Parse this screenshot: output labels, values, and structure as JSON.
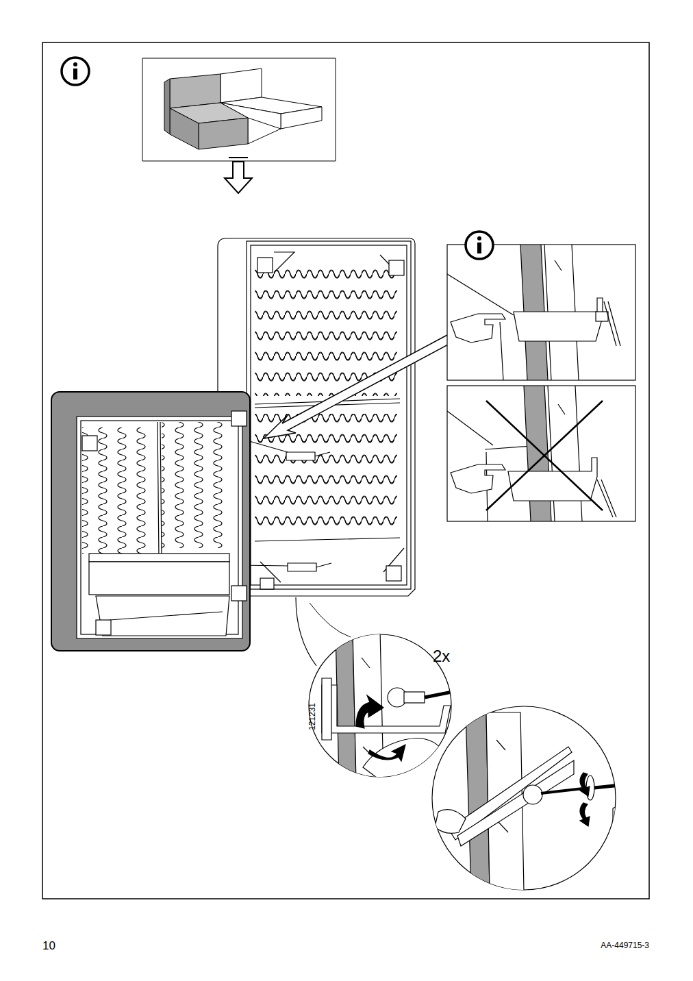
{
  "diagram": {
    "labels": [
      "2x",
      "121231",
      "10",
      "AA-449715-3"
    ]
  }
}
